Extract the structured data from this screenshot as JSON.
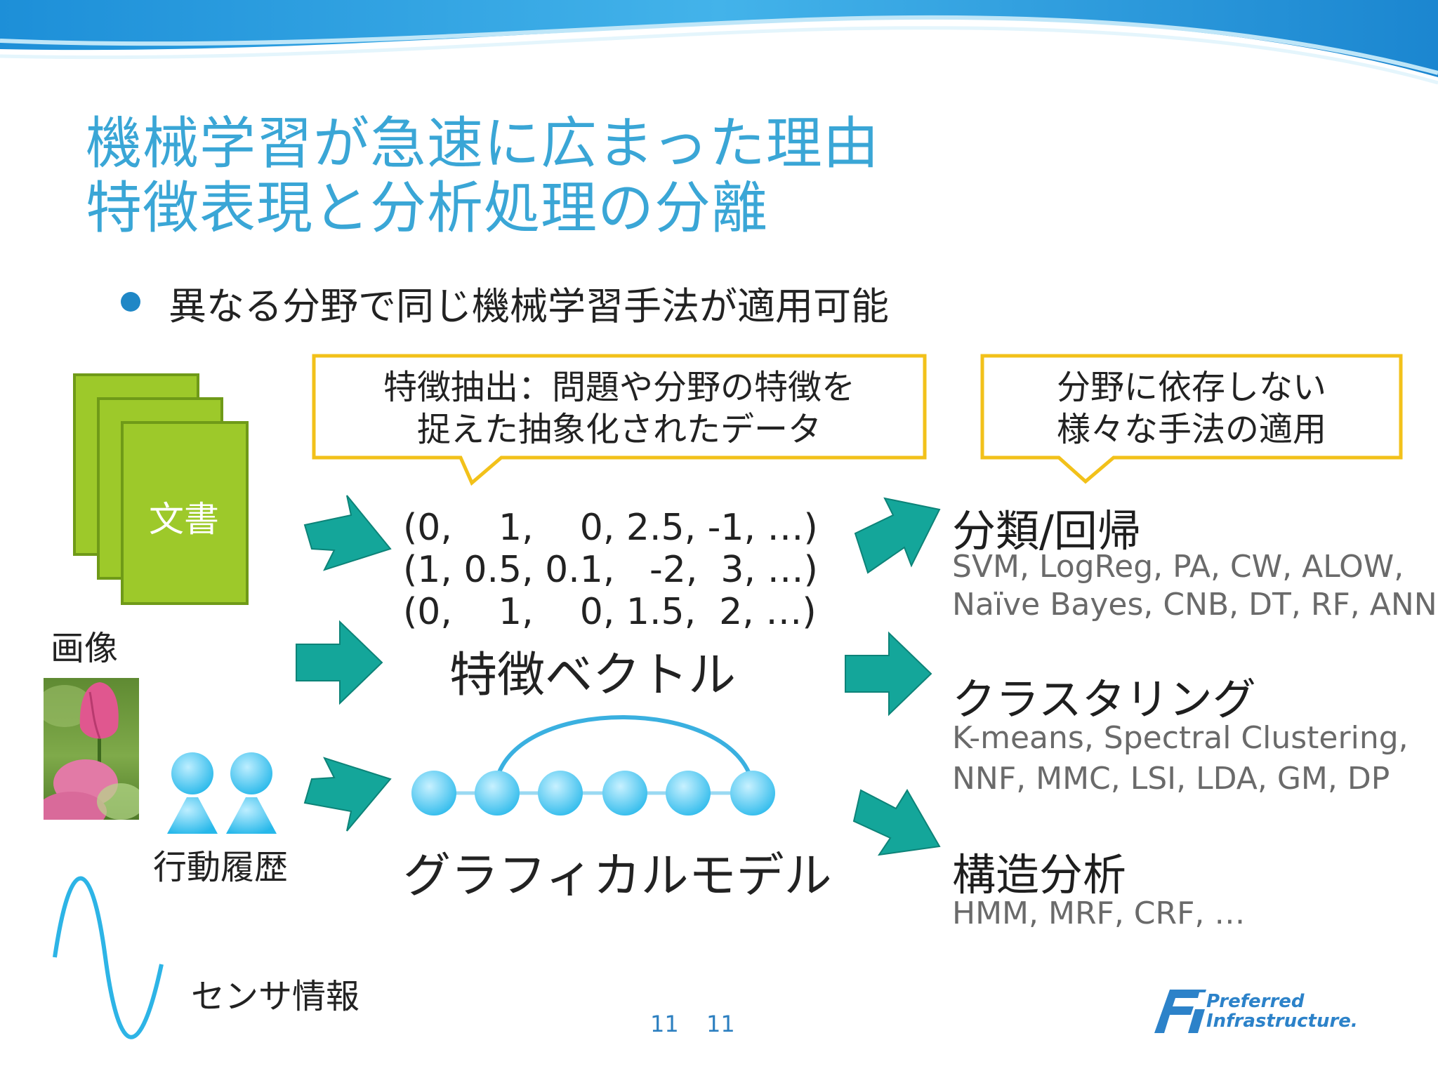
{
  "title": {
    "line1": "機械学習が急速に広まった理由",
    "line2": "特徴表現と分析処理の分離"
  },
  "bullet": "異なる分野で同じ機械学習手法が適用可能",
  "callout_left": {
    "line1": "特徴抽出：問題や分野の特徴を",
    "line2": "捉えた抽象化されたデータ"
  },
  "callout_right": {
    "line1": "分野に依存しない",
    "line2": "様々な手法の適用"
  },
  "sources": {
    "document": "文書",
    "image": "画像",
    "behavior": "行動履歴",
    "sensor": "センサ情報"
  },
  "vectors": [
    "(0,    1,    0, 2.5, -1, …)",
    "(1, 0.5, 0.1,   -2,  3, …)",
    "(0,    1,    0, 1.5,  2, …)"
  ],
  "feature_vector_label": "特徴ベクトル",
  "graphical_model_label": "グラフィカルモデル",
  "methods": {
    "classification": {
      "title": "分類/回帰",
      "line1": "SVM, LogReg, PA, CW, ALOW,",
      "line2": "Naïve Bayes, CNB, DT, RF, ANN"
    },
    "clustering": {
      "title": "クラスタリング",
      "line1": "K-means, Spectral Clustering,",
      "line2": "NNF, MMC, LSI, LDA, GM, DP"
    },
    "structure": {
      "title": "構造分析",
      "line1": "HMM, MRF, CRF, …"
    }
  },
  "page_numbers": [
    "11",
    "11"
  ],
  "logo": {
    "line1": "Preferred",
    "line2": "Infrastructure."
  },
  "colors": {
    "title": "#3aa6d6",
    "arrow": "#14a69a",
    "callout_border": "#f2c11a",
    "doc_green": "#9dc92a",
    "node_blue": "#4fc6ee"
  }
}
